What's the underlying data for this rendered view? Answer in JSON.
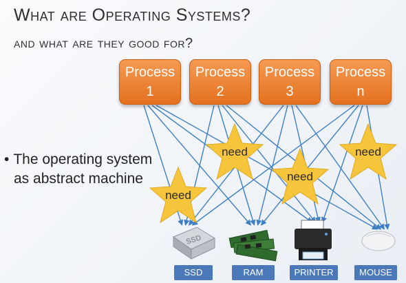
{
  "slide": {
    "title": "What are Operating Systems?",
    "subtitle": "and what are they good for?",
    "bullet_line1": "The operating system",
    "bullet_line2": "as abstract machine"
  },
  "processes": [
    {
      "label": "Process",
      "id": "1"
    },
    {
      "label": "Process",
      "id": "2"
    },
    {
      "label": "Process",
      "id": "3"
    },
    {
      "label": "Process",
      "id": "n"
    }
  ],
  "stars": [
    "need",
    "need",
    "need",
    "need"
  ],
  "devices": [
    {
      "label": "SSD",
      "icon": "ssd-drive-icon"
    },
    {
      "label": "RAM",
      "icon": "ram-modules-icon"
    },
    {
      "label": "PRINTER",
      "icon": "printer-icon"
    },
    {
      "label": "MOUSE",
      "icon": "mouse-icon"
    }
  ],
  "colors": {
    "process_fill": "#ef8a3a",
    "arrow": "#3c7fc4",
    "star": "#f6c53b",
    "device_label": "#4a78b8"
  }
}
